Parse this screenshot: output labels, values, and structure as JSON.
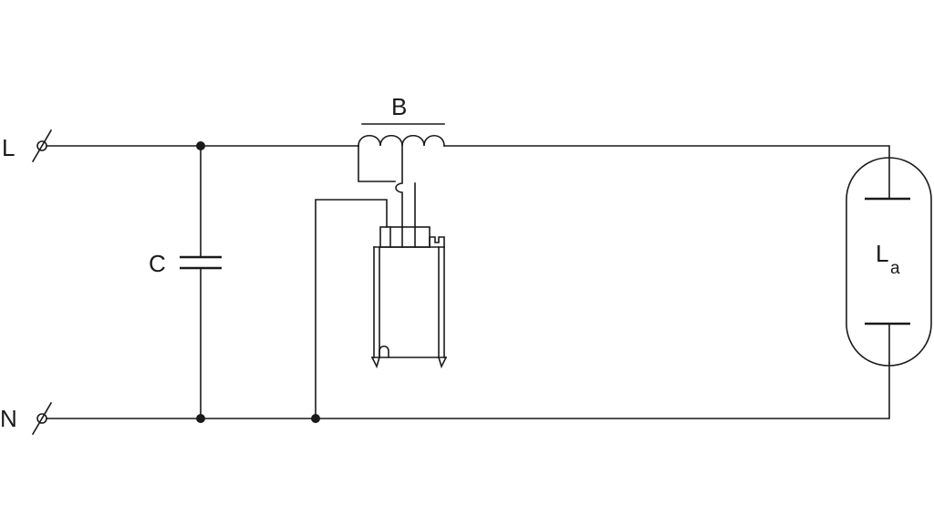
{
  "labels": {
    "line": "L",
    "neutral": "N",
    "ballast": "B",
    "capacitor": "C",
    "lamp_main": "L",
    "lamp_sub": "a"
  },
  "colors": {
    "stroke": "#1a1a1a",
    "background": "#ffffff"
  }
}
